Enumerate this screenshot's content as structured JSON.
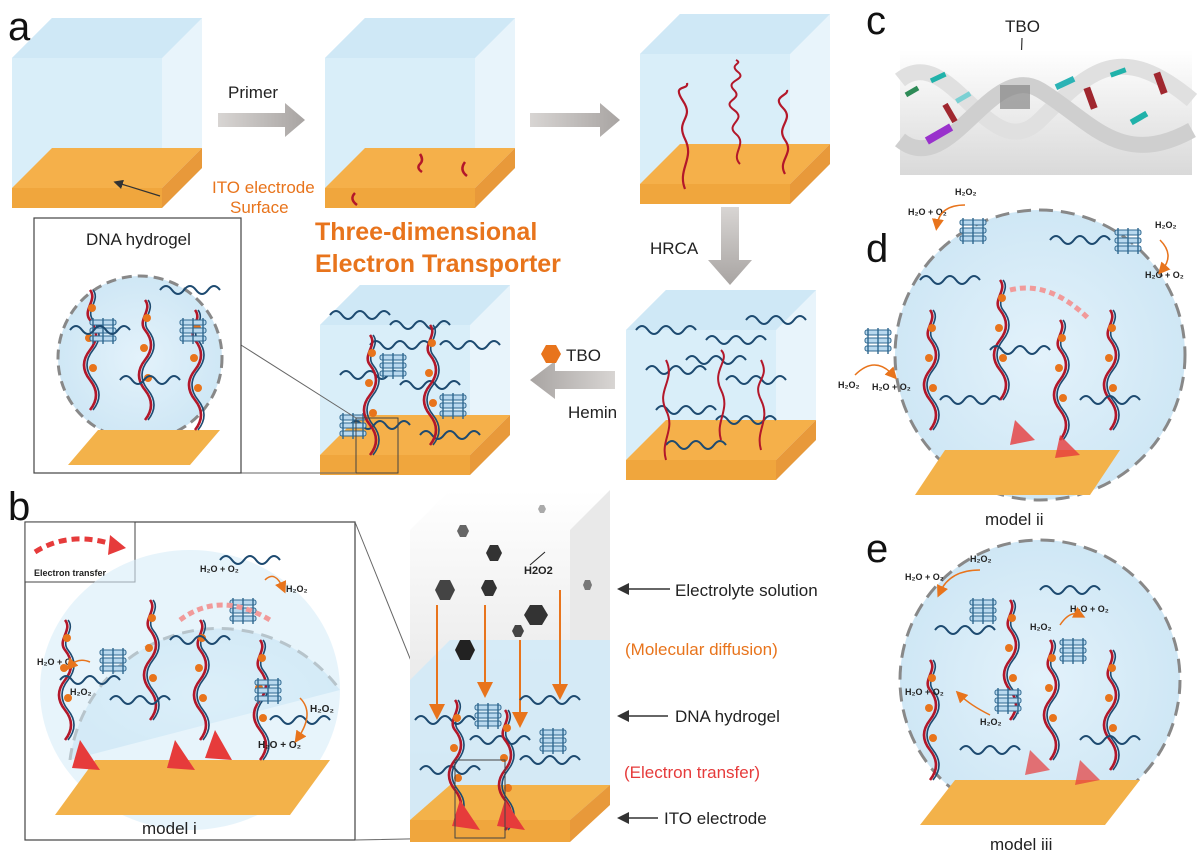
{
  "panels": {
    "a": "a",
    "b": "b",
    "c": "c",
    "d": "d",
    "e": "e"
  },
  "panel_a": {
    "primer": "Primer",
    "ito_label_1": "ITO electrode",
    "ito_label_2": "Surface",
    "title_1": "Three-dimensional",
    "title_2": "Electron Transporter",
    "hrca": "HRCA",
    "tbo": "TBO",
    "hemin": "Hemin",
    "inset_title": "DNA hydrogel"
  },
  "panel_b": {
    "legend": "Electron transfer",
    "model": "model i",
    "h2o2_1": "H₂O₂",
    "h2o_o2_1": "H₂O + O₂",
    "h2o2_2": "H₂O₂",
    "h2o_o2_2": "H₂O + O₂",
    "h2o2_3": "H₂O₂",
    "h2o_o2_3": "H₂O + O₂",
    "h2o2_cube": "H2O2",
    "electrolyte": "Electrolyte solution",
    "diffusion": "(Molecular diffusion)",
    "hydrogel": "DNA hydrogel",
    "transfer": "(Electron transfer)",
    "ito": "ITO electrode"
  },
  "panel_c": {
    "tbo": "TBO"
  },
  "panel_d": {
    "model": "model ii",
    "h2o2_1": "H₂O₂",
    "h2o_o2_1": "H₂O + O₂",
    "h2o2_2": "H₂O₂",
    "h2o_o2_2": "H₂O + O₂",
    "h2o2_3": "H₂O₂",
    "h2o_o2_3": "H₂O + O₂"
  },
  "panel_e": {
    "model": "model iii",
    "h2o2_1": "H₂O₂",
    "h2o_o2_1": "H₂O + O₂",
    "h2o2_2": "H₂O₂",
    "h2o_o2_2": "H₂O + O₂",
    "h2o2_3": "H₂O₂",
    "h2o_o2_3": "H₂O + O₂"
  },
  "colors": {
    "cube_face": "#d6ecf8",
    "electrode": "#f3b24a",
    "dna_red": "#b3172a",
    "dna_blue": "#1d4a70",
    "accent_orange": "#e8741c",
    "arrow_gray": "#b8b4b2",
    "arrow_red": "#e63b3b"
  }
}
